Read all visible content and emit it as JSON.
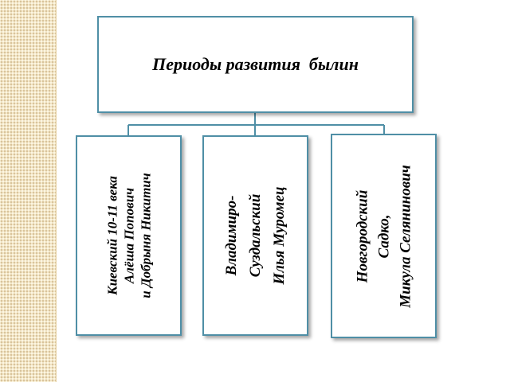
{
  "title": "Периоды развития  былин",
  "periods": [
    {
      "lines": [
        "Киевский 10-11 века",
        "Алёша Попович",
        "и Добрыня Никитич"
      ]
    },
    {
      "lines": [
        "Владимиро-",
        "Суздальский",
        "Илья Муромец"
      ]
    },
    {
      "lines": [
        "Новгородский",
        "Садко,",
        "Микула Селянинович"
      ]
    }
  ],
  "colors": {
    "border": "#4f8fa6",
    "side_strip": "#f3e6c8"
  }
}
